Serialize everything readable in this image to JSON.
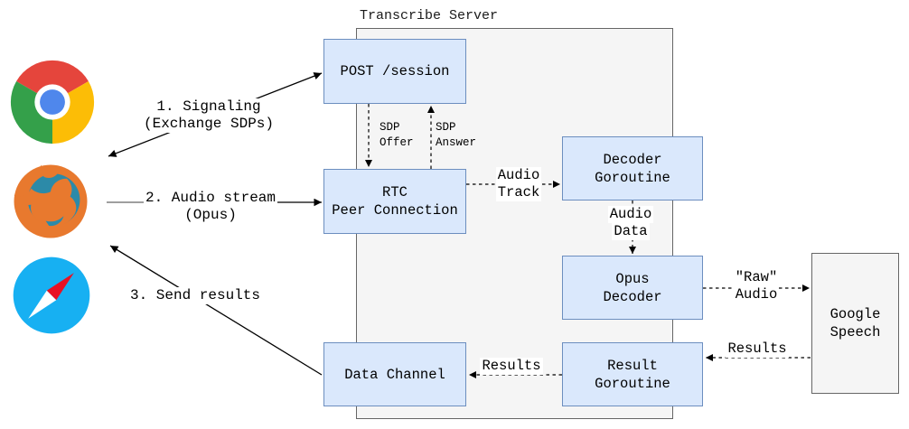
{
  "colors": {
    "box_fill": "#dae8fc",
    "box_stroke": "#6c8ebf",
    "panel_fill": "#f5f5f5",
    "panel_stroke": "#666666",
    "chrome_red": "#e5453c",
    "chrome_yellow": "#fcbd06",
    "chrome_green": "#34a04a",
    "chrome_blue": "#4f87ec",
    "firefox_orange": "#e8792e",
    "firefox_teal": "#2c8aa8",
    "safari_blue": "#17b0f2",
    "safari_red": "#e81123"
  },
  "server": {
    "title": "Transcribe Server"
  },
  "nodes": {
    "post_session": {
      "label": "POST /session"
    },
    "rtc": {
      "line1": "RTC",
      "line2": "Peer Connection"
    },
    "data_channel": {
      "label": "Data Channel"
    },
    "decoder_goroutine": {
      "line1": "Decoder",
      "line2": "Goroutine"
    },
    "opus_decoder": {
      "line1": "Opus",
      "line2": "Decoder"
    },
    "result_goroutine": {
      "line1": "Result",
      "line2": "Goroutine"
    },
    "google_speech": {
      "line1": "Google",
      "line2": "Speech"
    }
  },
  "flow_labels": {
    "signaling": {
      "line1": "1. Signaling",
      "line2": "(Exchange SDPs)"
    },
    "audio_stream": {
      "line1": "2. Audio stream",
      "line2": "(Opus)"
    },
    "send_results": {
      "label": "3. Send results"
    }
  },
  "edge_labels": {
    "sdp_offer": {
      "line1": "SDP",
      "line2": "Offer"
    },
    "sdp_answer": {
      "line1": "SDP",
      "line2": "Answer"
    },
    "audio_track": {
      "line1": "Audio",
      "line2": "Track"
    },
    "audio_data": {
      "line1": "Audio",
      "line2": "Data"
    },
    "raw_audio": {
      "line1": "\"Raw\"",
      "line2": "Audio"
    },
    "results_to_server": {
      "label": "Results"
    },
    "results_to_channel": {
      "label": "Results"
    }
  },
  "browsers": [
    {
      "name": "Chrome"
    },
    {
      "name": "Firefox"
    },
    {
      "name": "Safari"
    }
  ]
}
